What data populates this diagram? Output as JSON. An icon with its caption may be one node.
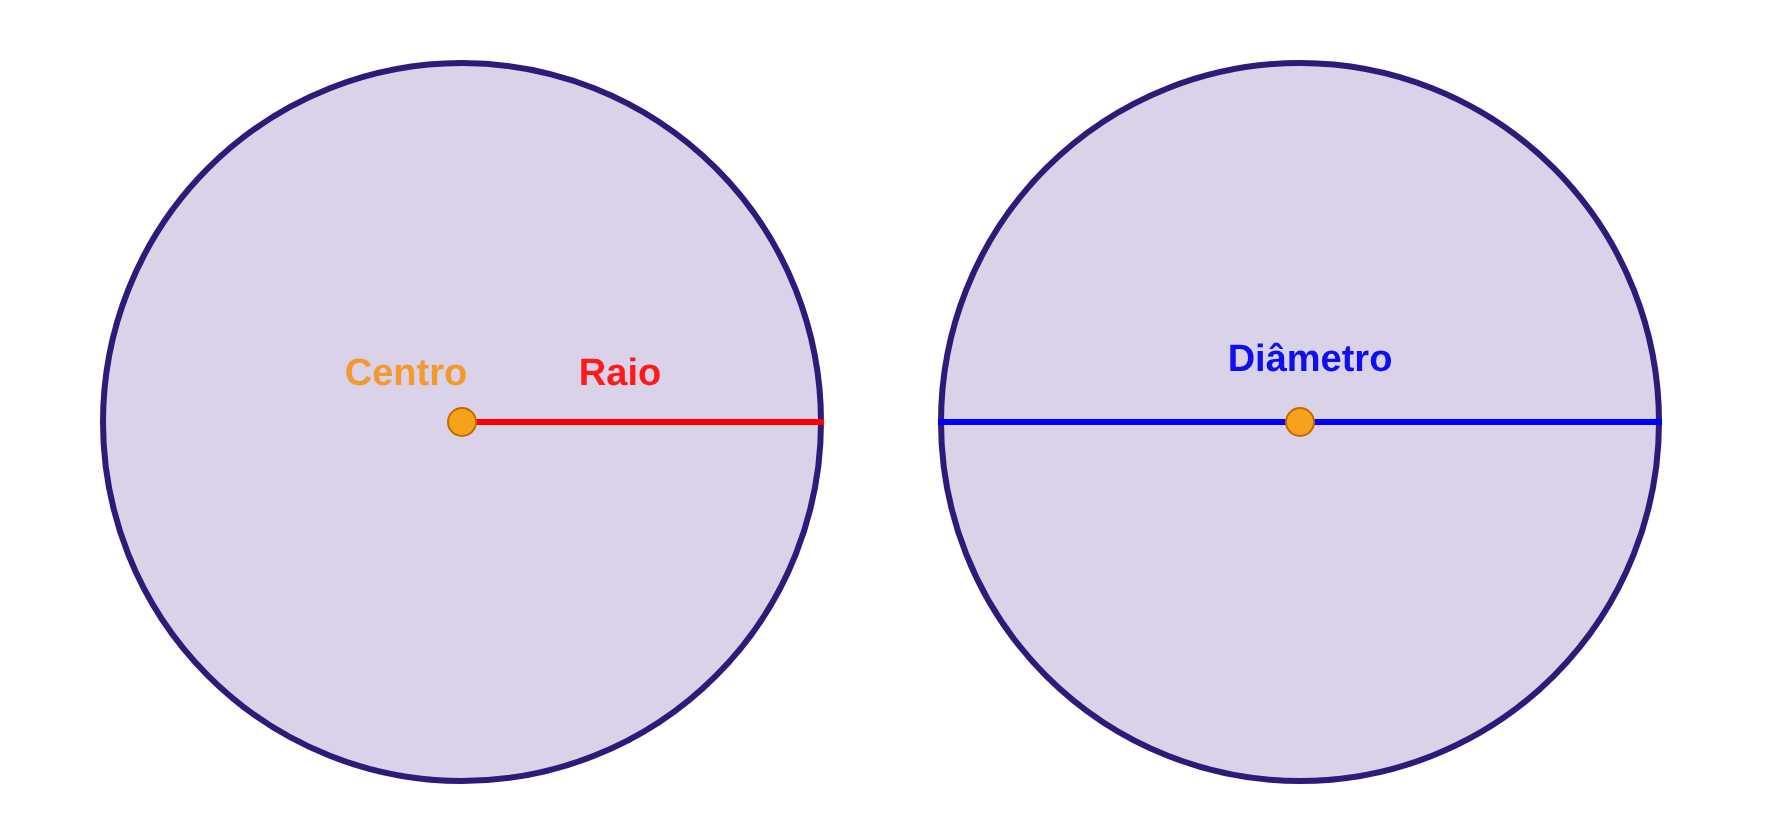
{
  "diagram": {
    "nodes": [
      {
        "text": [
          "Centro",
          "Raio"
        ]
      },
      {
        "text": [
          "Diâmetro"
        ]
      }
    ]
  }
}
